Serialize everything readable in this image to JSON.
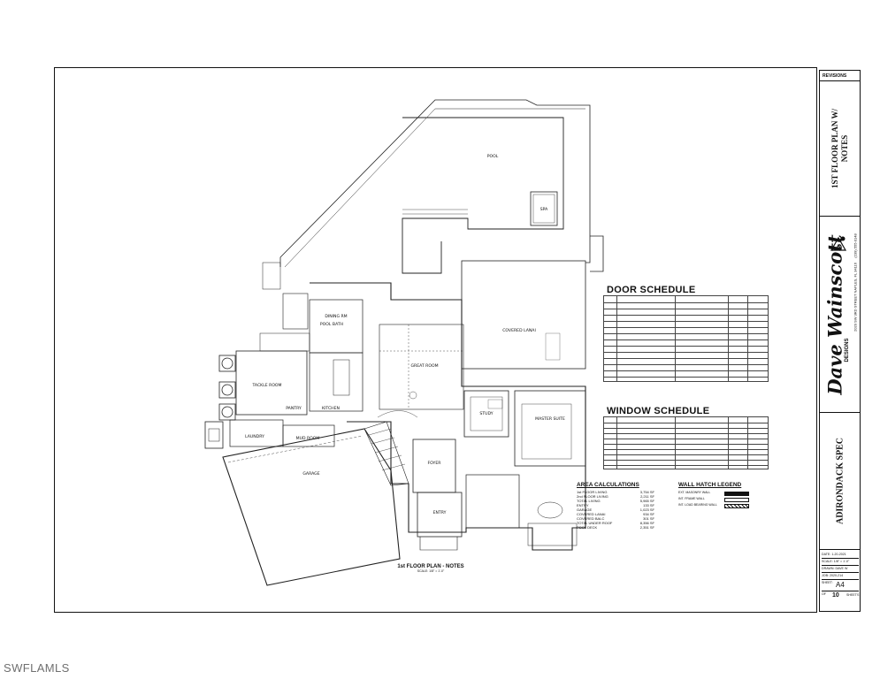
{
  "plan": {
    "labels": {
      "pool": "POOL",
      "spa": "SPA",
      "covered_lanai": "COVERED LANAI",
      "great_room": "GREAT ROOM",
      "dining": "DINING RM",
      "kitchen": "KITCHEN",
      "pantry": "PANTRY",
      "tackle_room": "TACKLE ROOM",
      "laundry": "LAUNDRY",
      "mud_room": "MUD ROOM",
      "garage": "GARAGE",
      "study": "STUDY",
      "master_suite": "MASTER SUITE",
      "foyer": "FOYER",
      "entry": "ENTRY",
      "pool_bath": "POOL BATH"
    },
    "caption": "1st FLOOR PLAN - NOTES",
    "caption_scale": "SCALE: 1/8\" = 1'-0\""
  },
  "door_schedule": {
    "title": "DOOR SCHEDULE",
    "rows": 14
  },
  "window_schedule": {
    "title": "WINDOW SCHEDULE",
    "rows": 9
  },
  "area_calculations": {
    "title": "AREA CALCULATIONS",
    "rows": [
      {
        "label": "1st FLOOR LIVING",
        "value": "3,754 SF"
      },
      {
        "label": "2nd FLOOR LIVING",
        "value": "2,211 SF"
      },
      {
        "label": "TOTAL LIVING",
        "value": "5,965 SF"
      },
      {
        "label": "ENTRY",
        "value": "133 SF"
      },
      {
        "label": "GARAGE",
        "value": "1,023 SF"
      },
      {
        "label": "COVERED LANAI",
        "value": "934 SF"
      },
      {
        "label": "COVERED BALC",
        "value": "301 SF"
      },
      {
        "label": "TOTAL UNDER ROOF",
        "value": "8,356 SF"
      },
      {
        "label": "POOL DECK",
        "value": "2,351 SF"
      }
    ]
  },
  "wall_hatch_legend": {
    "title": "WALL HATCH LEGEND",
    "rows": [
      "EXT. MASONRY WALL",
      "INT. FRAME WALL",
      "INT. LOAD BEARING WALL"
    ]
  },
  "title_block": {
    "revisions": "REVISIONS",
    "sheet_name": "1ST FLOOR PLAN W/ NOTES",
    "firm_name": "Dave Wainscott",
    "firm_sub": "DESIGNS",
    "firm_address": "2020 SW 3RD STREET NAPLES, FL 34116",
    "firm_phone": "(239) 555-0148",
    "project": "ADIRONDACK SPEC",
    "date": "DATE: 1-20-2021",
    "scale": "SCALE: 1/8\" = 1'-0\"",
    "drawn": "DRAWN: DAVE W",
    "job": "JOB: 2020-214",
    "sheet_label": "SHEET:",
    "sheet_value": "A4",
    "of_label": "OF",
    "of_value": "10",
    "sheets_word": "SHEETS"
  },
  "watermark": "SWFLAMLS",
  "colors": {
    "ink": "#111111",
    "paper": "#ffffff",
    "watermark": "#6f6f6f"
  }
}
